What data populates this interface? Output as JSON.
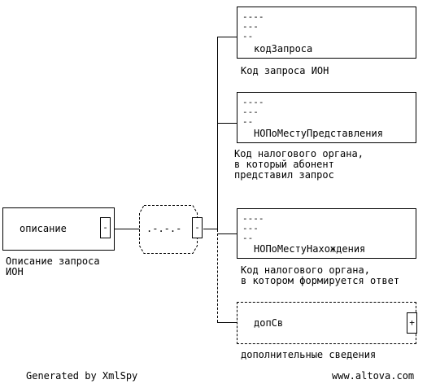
{
  "root": {
    "name": "описание",
    "toggle": "-",
    "annotation_lines": [
      "Описание запроса",
      "ИОН"
    ]
  },
  "sequence": {
    "pattern": ".-.-.-",
    "toggle": "-"
  },
  "elements": [
    {
      "name": "кодЗапроса",
      "dashes": [
        "----",
        "---",
        "--"
      ],
      "annotation_lines": [
        "Код запроса ИОН"
      ]
    },
    {
      "name": "НОПоМестуПредставления",
      "dashes": [
        "----",
        "---",
        "--"
      ],
      "annotation_lines": [
        "Код налогового органа,",
        "в который абонент",
        "представил запрос"
      ]
    },
    {
      "name": "НОПоМестуНахождения",
      "dashes": [
        "----",
        "---",
        "--"
      ],
      "annotation_lines": [
        "Код налогового органа,",
        "в котором формируется ответ"
      ]
    },
    {
      "name": "допСв",
      "toggle": "+",
      "annotation_lines": [
        "дополнительные сведения"
      ]
    }
  ],
  "footer": {
    "left": "Generated by XmlSpy",
    "right": "www.altova.com"
  }
}
